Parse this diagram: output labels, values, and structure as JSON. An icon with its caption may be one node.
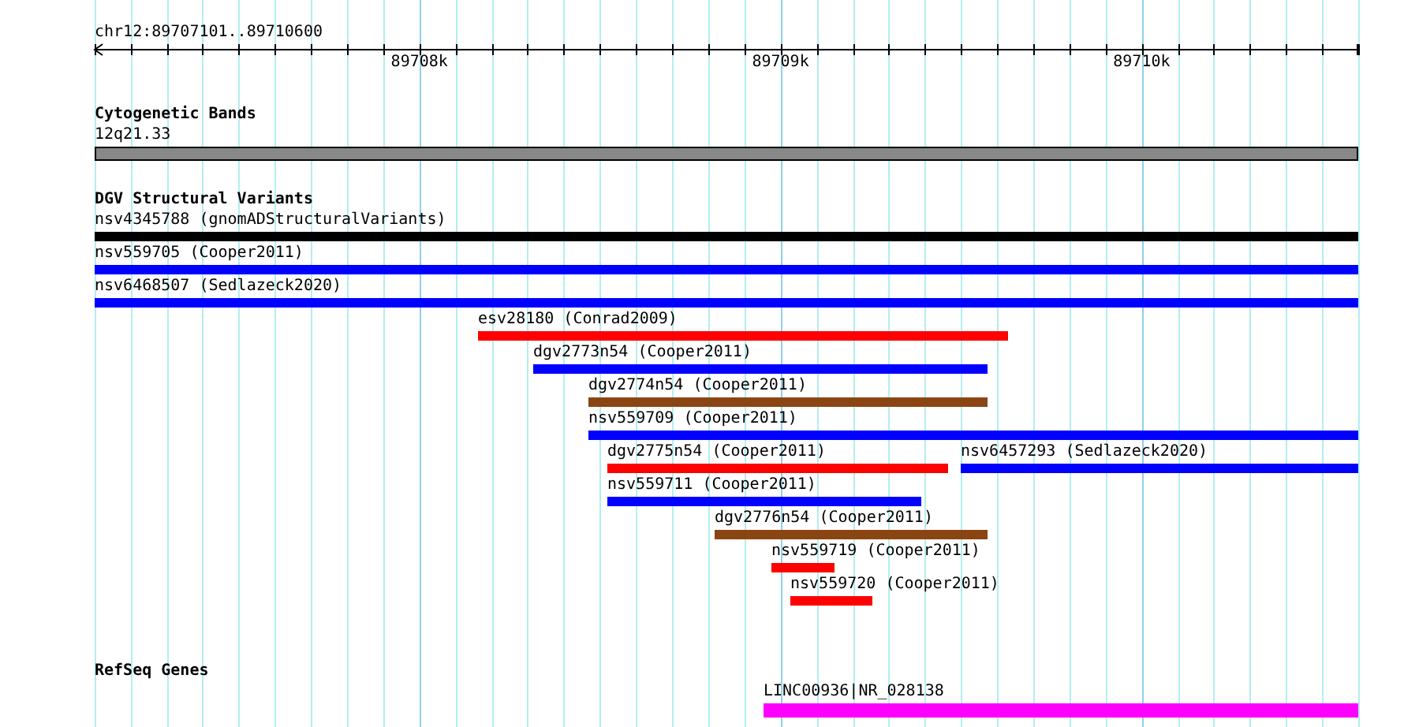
{
  "diagram": {
    "nodes": [
      {
        "text": [
          "12q21.33"
        ]
      },
      {
        "text": [
          "nsv4345788 (gnomADStructuralVariants)"
        ]
      },
      {
        "text": [
          "nsv559705 (Cooper2011)"
        ]
      },
      {
        "text": [
          "nsv6468507 (Sedlazeck2020)"
        ]
      },
      {
        "text": [
          "esv28180 (Conrad2009)"
        ]
      },
      {
        "text": [
          "dgv2773n54 (Cooper2011)"
        ]
      },
      {
        "text": [
          "dgv2774n54 (Cooper2011)"
        ]
      },
      {
        "text": [
          "nsv559709 (Cooper2011)"
        ]
      },
      {
        "text": [
          "dgv2775n54 (Cooper2011)"
        ]
      },
      {
        "text": [
          "nsv6457293 (Sedlazeck2020)"
        ]
      },
      {
        "text": [
          "nsv559711 (Cooper2011)"
        ]
      },
      {
        "text": [
          "dgv2776n54 (Cooper2011)"
        ]
      },
      {
        "text": [
          "nsv559719 (Cooper2011)"
        ]
      },
      {
        "text": [
          "nsv559720 (Cooper2011)"
        ]
      },
      {
        "text": [
          "LINC00936|NR_028138"
        ]
      }
    ],
    "labels": [
      "chr12:89707101..89710600",
      "89708k",
      "89709k",
      "89710k",
      "Cytogenetic Bands",
      "DGV Structural Variants",
      "RefSeq Genes"
    ]
  }
}
